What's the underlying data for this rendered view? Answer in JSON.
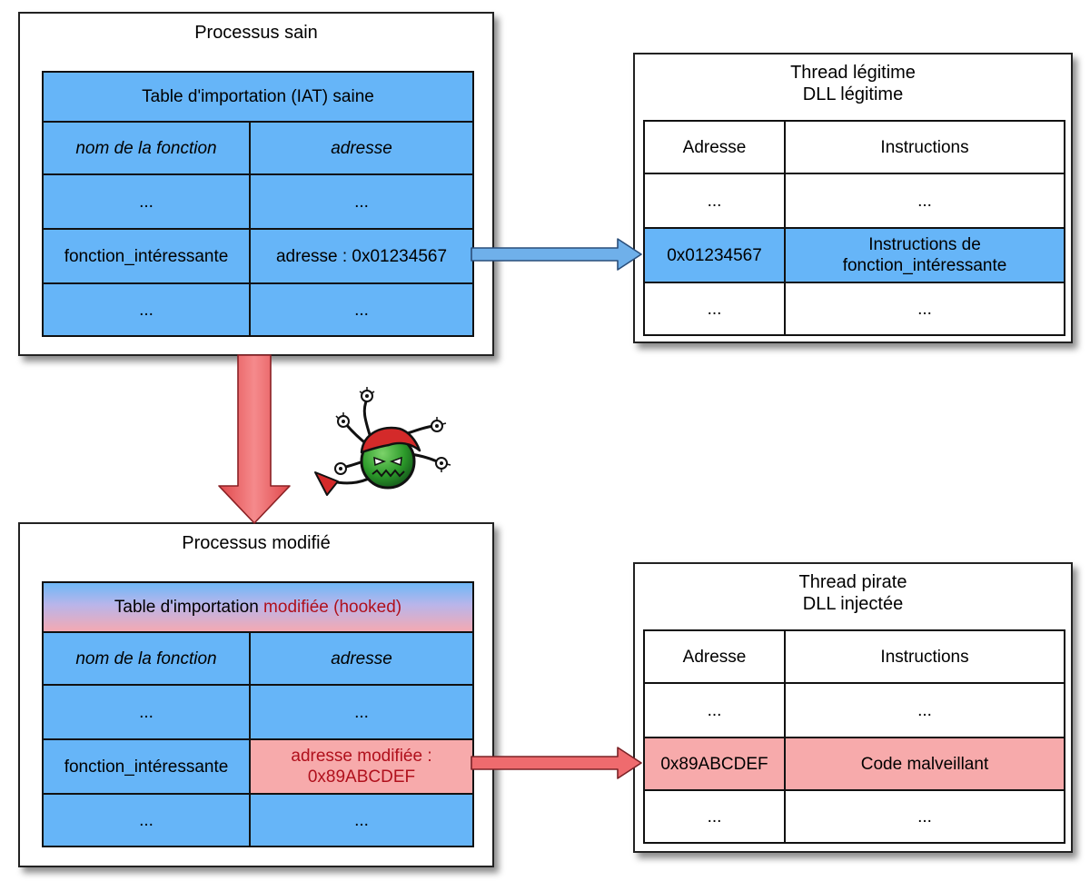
{
  "healthy_process": {
    "title": "Processus sain",
    "table_header": "Table d'importation (IAT) saine",
    "col_name": "nom de la fonction",
    "col_address": "adresse",
    "rows": [
      {
        "name": "...",
        "address": "..."
      },
      {
        "name": "fonction_intéressante",
        "address": "adresse : 0x01234567"
      },
      {
        "name": "...",
        "address": "..."
      }
    ]
  },
  "legit_thread": {
    "title_line1": "Thread légitime",
    "title_line2": "DLL légitime",
    "col_address": "Adresse",
    "col_instructions": "Instructions",
    "rows": [
      {
        "address": "...",
        "instructions": "..."
      },
      {
        "address": "0x01234567",
        "instructions_line1": "Instructions de",
        "instructions_line2": "fonction_intéressante"
      },
      {
        "address": "...",
        "instructions": "..."
      }
    ]
  },
  "modified_process": {
    "title": "Processus modifié",
    "table_header_normal": "Table d'importation ",
    "table_header_red": "modifiée (hooked)",
    "col_name": "nom de la fonction",
    "col_address": "adresse",
    "rows": [
      {
        "name": "...",
        "address": "..."
      },
      {
        "name": "fonction_intéressante",
        "address_line1": "adresse modifiée :",
        "address_line2": "0x89ABCDEF"
      },
      {
        "name": "...",
        "address": "..."
      }
    ]
  },
  "pirate_thread": {
    "title_line1": "Thread pirate",
    "title_line2": "DLL injectée",
    "col_address": "Adresse",
    "col_instructions": "Instructions",
    "rows": [
      {
        "address": "...",
        "instructions": "..."
      },
      {
        "address": "0x89ABCDEF",
        "instructions": "Code malveillant"
      },
      {
        "address": "...",
        "instructions": "..."
      }
    ]
  },
  "icons": {
    "virus": "virus-monster-icon"
  },
  "colors": {
    "table_blue": "#66b5f8",
    "table_pink": "#f7aaab",
    "red_text": "#b0101c",
    "arrow_blue": "#6fb0ea",
    "arrow_red": "#ef6b6e"
  }
}
